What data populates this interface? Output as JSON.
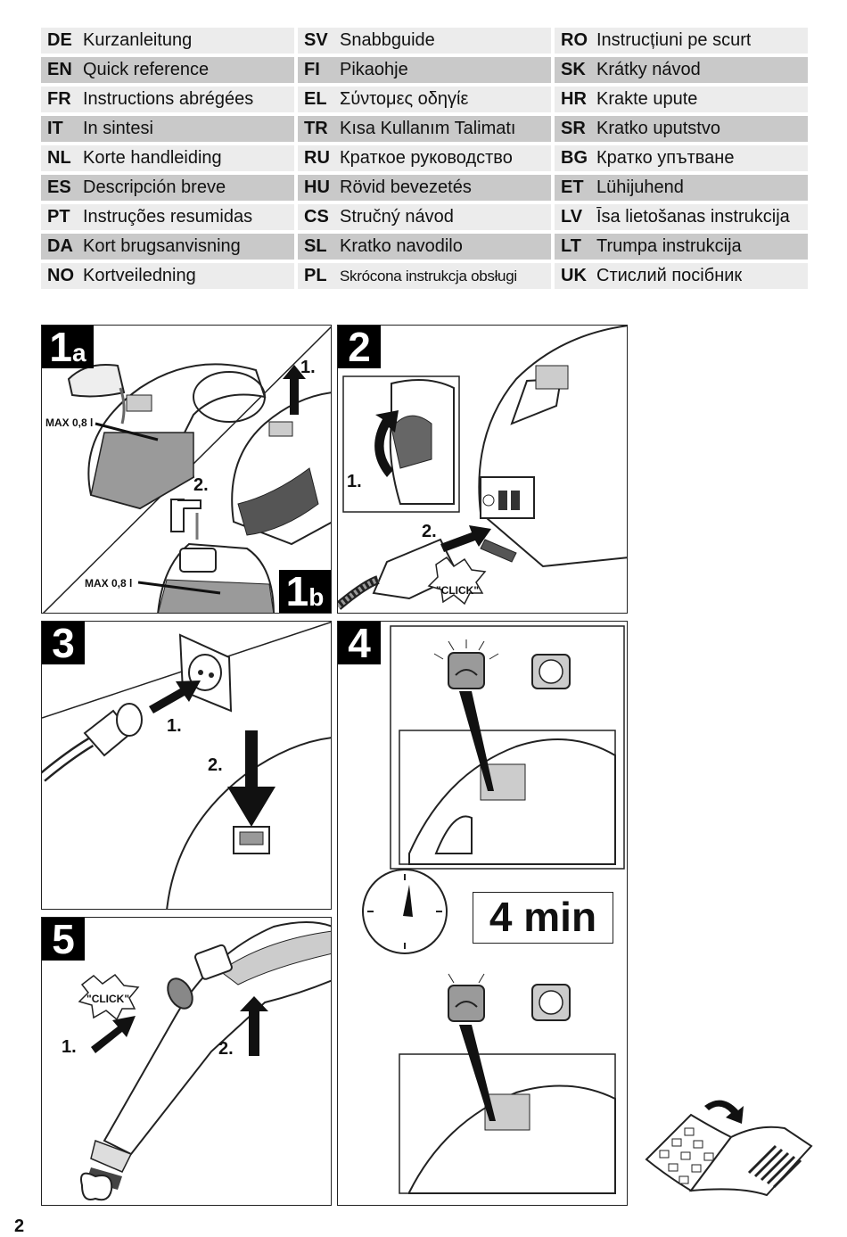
{
  "languages": {
    "rows": [
      [
        {
          "code": "DE",
          "title": "Kurzanleitung"
        },
        {
          "code": "SV",
          "title": "Snabbguide"
        },
        {
          "code": "RO",
          "title": "Instrucțiuni pe scurt"
        }
      ],
      [
        {
          "code": "EN",
          "title": "Quick reference"
        },
        {
          "code": "FI",
          "title": "Pikaohje"
        },
        {
          "code": "SK",
          "title": "Krátky návod"
        }
      ],
      [
        {
          "code": "FR",
          "title": "Instructions abrégées"
        },
        {
          "code": "EL",
          "title": "Σύντομες οδηγίε"
        },
        {
          "code": "HR",
          "title": "Krakte upute"
        }
      ],
      [
        {
          "code": "IT",
          "title": "In sintesi"
        },
        {
          "code": "TR",
          "title": "Kısa Kullanım Talimatı"
        },
        {
          "code": "SR",
          "title": "Kratko uputstvo"
        }
      ],
      [
        {
          "code": "NL",
          "title": "Korte handleiding"
        },
        {
          "code": "RU",
          "title": "Краткое руководство"
        },
        {
          "code": "BG",
          "title": "Кратко упътване"
        }
      ],
      [
        {
          "code": "ES",
          "title": "Descripción breve"
        },
        {
          "code": "HU",
          "title": "Rövid bevezetés"
        },
        {
          "code": "ET",
          "title": "Lühijuhend"
        }
      ],
      [
        {
          "code": "PT",
          "title": "Instruções resumidas"
        },
        {
          "code": "CS",
          "title": "Stručný návod"
        },
        {
          "code": "LV",
          "title": "Īsa lietošanas instrukcija"
        }
      ],
      [
        {
          "code": "DA",
          "title": "Kort brugsanvisning"
        },
        {
          "code": "SL",
          "title": "Kratko navodilo"
        },
        {
          "code": "LT",
          "title": "Trumpa instrukcija"
        }
      ],
      [
        {
          "code": "NO",
          "title": "Kortveiledning"
        },
        {
          "code": "PL",
          "title": "Skrócona instrukcja obsługi"
        },
        {
          "code": "UK",
          "title": "Стислий посібник"
        }
      ]
    ]
  },
  "steps": {
    "s1a": {
      "num": "1",
      "sub": "a",
      "max": "MAX 0,8 l",
      "n1": "1.",
      "n2": "2."
    },
    "s1b": {
      "num": "1",
      "sub": "b",
      "max": "MAX 0,8 l"
    },
    "s2": {
      "num": "2",
      "n1": "1.",
      "n2": "2.",
      "click": "\"CLICK\""
    },
    "s3": {
      "num": "3",
      "n1": "1.",
      "n2": "2."
    },
    "s4": {
      "num": "4",
      "timer": "4 min"
    },
    "s5": {
      "num": "5",
      "n1": "1.",
      "n2": "2.",
      "click": "\"CLICK\""
    }
  },
  "icons": [
    "water-pour-icon",
    "faucet-icon",
    "power-plug-icon",
    "wall-socket-icon",
    "heating-light-icon",
    "steam-indicator-icon",
    "clock-icon",
    "manual-booklet-icon",
    "arrow-icon"
  ],
  "page_number": "2"
}
